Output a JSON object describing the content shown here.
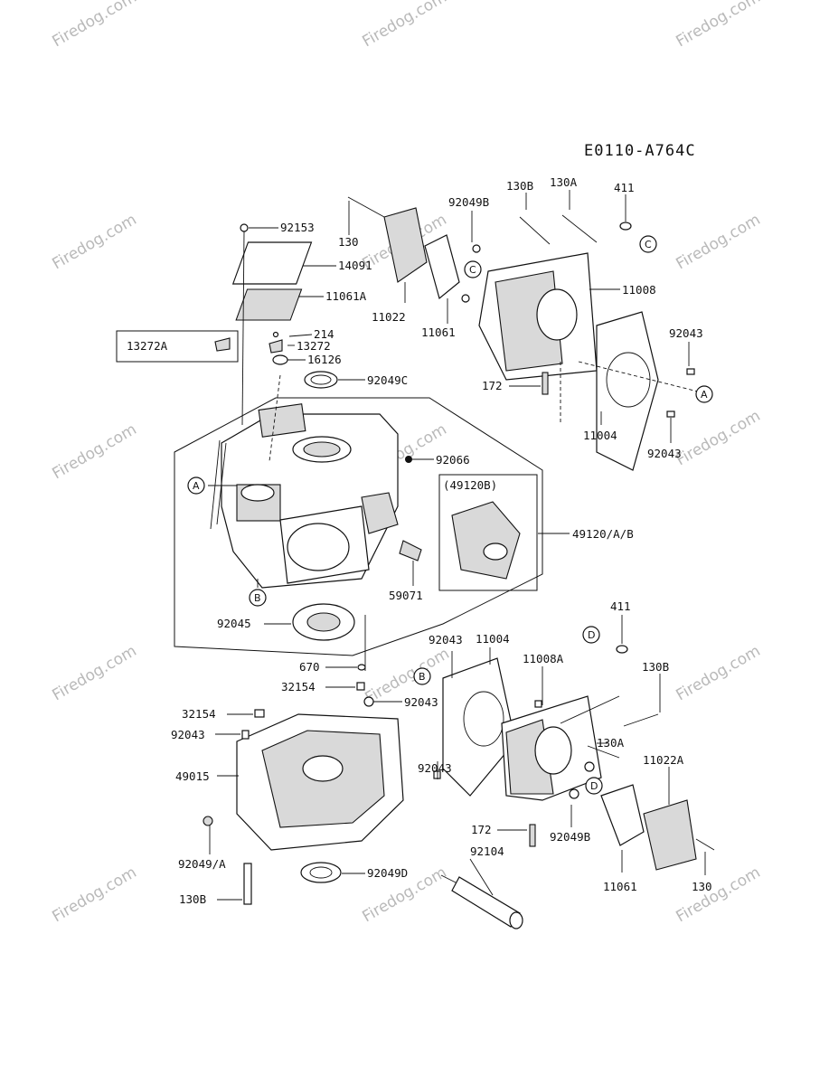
{
  "diagram_code": "E0110-A764C",
  "watermark": "Firedog.com",
  "callouts": {
    "A": "A",
    "B": "B",
    "C": "C",
    "D": "D"
  },
  "labels": {
    "p92153": "92153",
    "p14091": "14091",
    "p11061A": "11061A",
    "p130_top": "130",
    "p11022": "11022",
    "p92049B_top": "92049B",
    "p11061_top": "11061",
    "p130B_top": "130B",
    "p130A_top": "130A",
    "p411_top": "411",
    "p11008": "11008",
    "p92043_r1": "92043",
    "p172_top": "172",
    "p11004_top": "11004",
    "p92043_r2": "92043",
    "p13272A": "13272A",
    "p214": "214",
    "p13272": "13272",
    "p16126": "16126",
    "p92049C": "92049C",
    "p92066": "92066",
    "p49120B": "(49120B)",
    "p49120AB": "49120/A/B",
    "p59071": "59071",
    "p92045": "92045",
    "p670": "670",
    "p32154_a": "32154",
    "p92043_mid": "92043",
    "p32154_b": "32154",
    "p92043_l": "92043",
    "p49015": "49015",
    "p92049A": "92049/A",
    "p130B_bot": "130B",
    "p92049D": "92049D",
    "p92043_b1": "92043",
    "p11004_bot": "11004",
    "p11008A": "11008A",
    "p411_bot": "411",
    "p130B_bot2": "130B",
    "p130A_bot": "130A",
    "p92043_b2": "92043",
    "p11022A": "11022A",
    "p172_bot": "172",
    "p92049B_bot": "92049B",
    "p92104": "92104",
    "p11061_bot": "11061",
    "p130_bot": "130"
  },
  "colors": {
    "ink": "#111111",
    "watermark": "#b9b9b9",
    "background": "#ffffff"
  }
}
